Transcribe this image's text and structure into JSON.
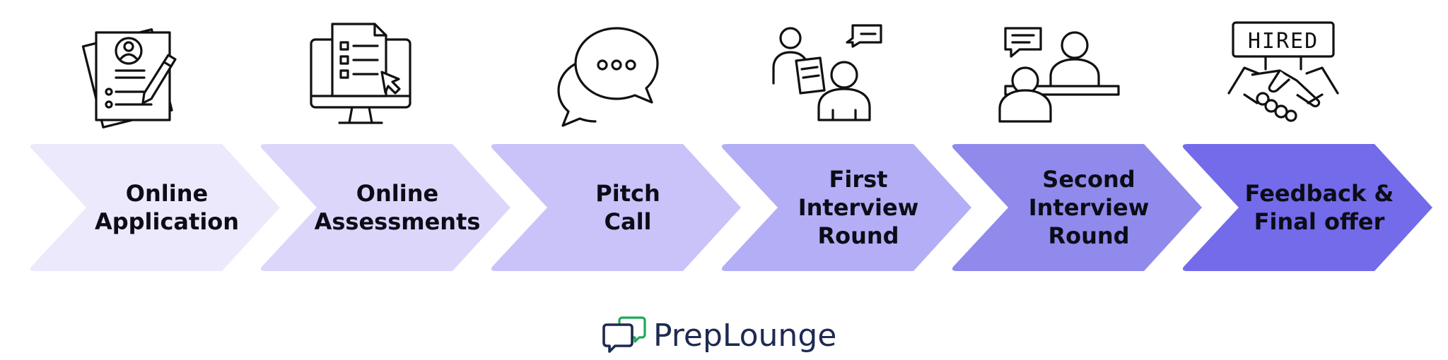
{
  "steps": [
    {
      "lines": [
        "Online",
        "Application"
      ],
      "color": "#ece9fc",
      "icon": "resume-icon"
    },
    {
      "lines": [
        "Online",
        "Assessments"
      ],
      "color": "#dcd6fb",
      "icon": "computer-checklist-icon"
    },
    {
      "lines": [
        "Pitch",
        "Call"
      ],
      "color": "#c9c3fa",
      "icon": "chat-bubbles-icon"
    },
    {
      "lines": [
        "First",
        "Interview",
        "Round"
      ],
      "color": "#b3aef6",
      "icon": "interview-icon"
    },
    {
      "lines": [
        "Second",
        "Interview",
        "Round"
      ],
      "color": "#908aec",
      "icon": "panel-interview-icon"
    },
    {
      "lines": [
        "Feedback &",
        "Final offer"
      ],
      "color": "#736bea",
      "icon": "hired-handshake-icon"
    }
  ],
  "hired_sign": "HIRED",
  "brand": {
    "name": "PrepLounge",
    "logo_icon": "preplounge-logo-icon",
    "logo_colors": {
      "primary": "#1d2a52",
      "accent": "#1fa85c"
    }
  }
}
